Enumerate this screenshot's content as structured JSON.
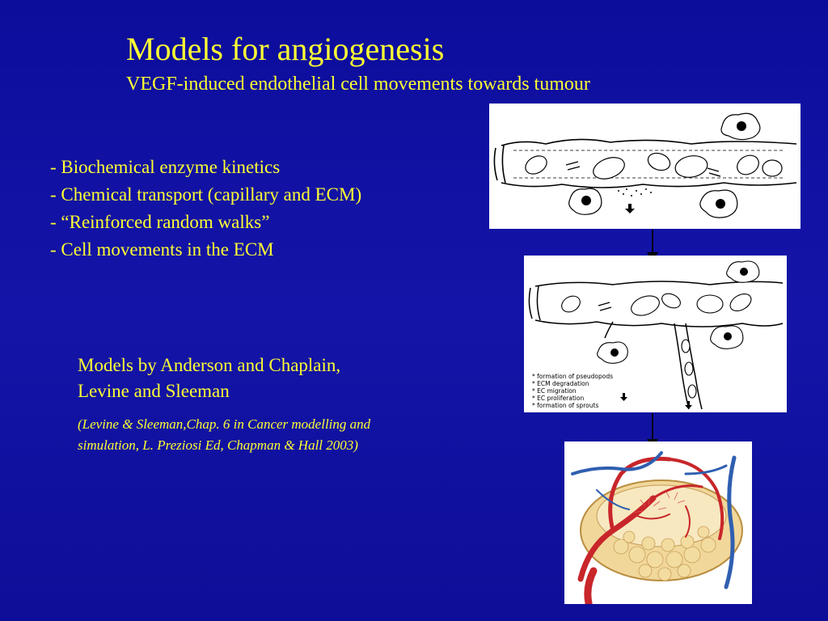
{
  "title": "Models for angiogenesis",
  "subtitle": "VEGF-induced endothelial cell movements towards tumour",
  "bullets": [
    "- Biochemical enzyme kinetics",
    "- Chemical transport (capillary and ECM)",
    "- “Reinforced random walks”",
    "- Cell movements in the ECM"
  ],
  "models": {
    "line1": "Models by Anderson  and Chaplain,",
    "line2": "Levine and Sleeman"
  },
  "citation": {
    "line1": "(Levine & Sleeman,Chap. 6 in Cancer modelling and",
    "line2": "simulation, L. Preziosi Ed, Chapman & Hall 2003)"
  },
  "diagram2_legend": [
    "* formation of pseudopods",
    "* ECM degradation",
    "* EC migration",
    "* EC proliferation",
    "* formation of sprouts"
  ],
  "colors": {
    "background": "#1010a0",
    "text": "#ffff33"
  }
}
